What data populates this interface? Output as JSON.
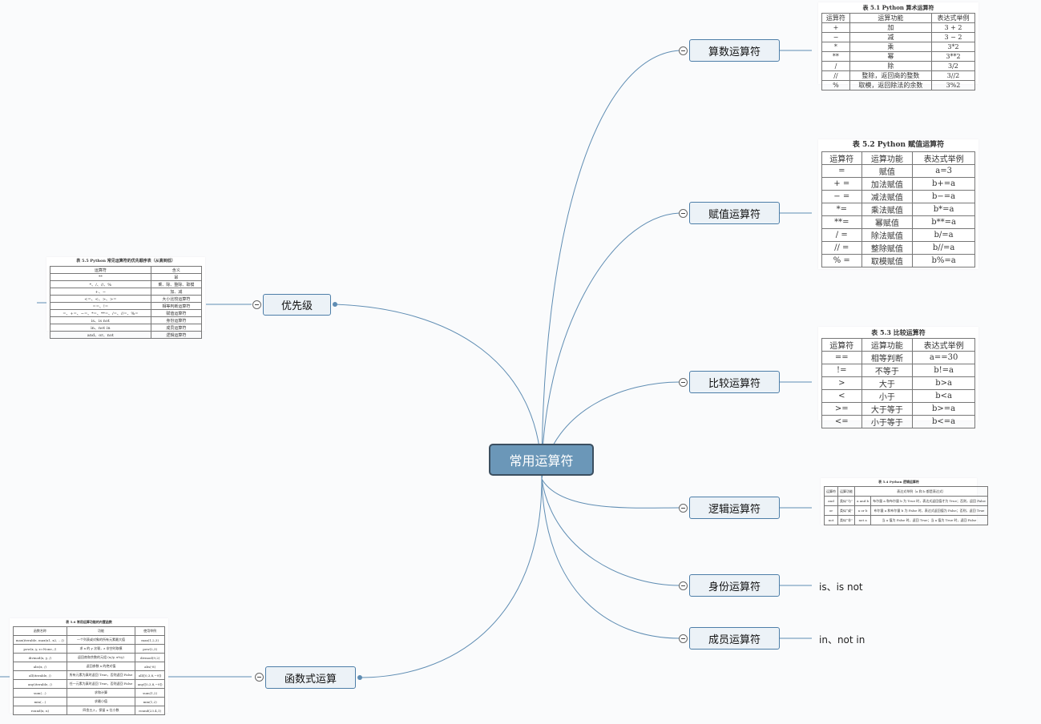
{
  "root": {
    "label": "常用运算符"
  },
  "branches": {
    "arith": {
      "label": "算数运算符"
    },
    "assign": {
      "label": "赋值运算符"
    },
    "compare": {
      "label": "比较运算符"
    },
    "logic": {
      "label": "逻辑运算符"
    },
    "identity": {
      "label": "身份运算符",
      "note": "is、is not"
    },
    "member": {
      "label": "成员运算符",
      "note": "in、not in"
    },
    "priority": {
      "label": "优先级"
    },
    "func": {
      "label": "函数式运算"
    }
  },
  "table_arith": {
    "caption": "表 5.1  Python 算术运算符",
    "headers": [
      "运算符",
      "运算功能",
      "表达式举例"
    ],
    "rows": [
      [
        "+",
        "加",
        "3 + 2"
      ],
      [
        "−",
        "减",
        "3 − 2"
      ],
      [
        "*",
        "乘",
        "3*2"
      ],
      [
        "**",
        "幂",
        "3**2"
      ],
      [
        "/",
        "除",
        "3/2"
      ],
      [
        "//",
        "整除，返回商的整数",
        "3//2"
      ],
      [
        "%",
        "取模，返回除法的余数",
        "3%2"
      ]
    ]
  },
  "table_assign": {
    "caption": "表 5.2  Python 赋值运算符",
    "headers": [
      "运算符",
      "运算功能",
      "表达式举例"
    ],
    "rows": [
      [
        "=",
        "赋值",
        "a=3"
      ],
      [
        "+ =",
        "加法赋值",
        "b+=a"
      ],
      [
        "− =",
        "减法赋值",
        "b−=a"
      ],
      [
        "*=",
        "乘法赋值",
        "b*=a"
      ],
      [
        "**=",
        "幂赋值",
        "b**=a"
      ],
      [
        "/ =",
        "除法赋值",
        "b/=a"
      ],
      [
        "// =",
        "整除赋值",
        "b//=a"
      ],
      [
        "% =",
        "取模赋值",
        "b%=a"
      ]
    ]
  },
  "table_compare": {
    "caption": "表 5.3   比较运算符",
    "headers": [
      "运算符",
      "运算功能",
      "表达式举例"
    ],
    "rows": [
      [
        "==",
        "相等判断",
        "a==30"
      ],
      [
        "!=",
        "不等于",
        "b!=a"
      ],
      [
        ">",
        "大于",
        "b>a"
      ],
      [
        "<",
        "小于",
        "b<a"
      ],
      [
        ">=",
        "大于等于",
        "b>=a"
      ],
      [
        "<=",
        "小于等于",
        "b<=a"
      ]
    ]
  },
  "table_logic": {
    "caption": "表 5.4   Python 逻辑运算符",
    "headers": [
      "运算符",
      "运算功能",
      "表达式举例（a 和 b 都是表达式）"
    ],
    "rows": [
      [
        "and",
        "类似“与”",
        "a and b",
        "布尔量 a 和布尔量 b 为 True 时，表达式返回值才为 True；否则，返回 False"
      ],
      [
        "or",
        "类似“或”",
        "a or b",
        "布尔量 a 和布尔量 b 为 False 时，表达式返回值为 False；否则，返回 True"
      ],
      [
        "not",
        "类似“非”",
        "not a",
        "当 a 值为 False 时，返回 True；当 a 值为 True 时，返回 False"
      ]
    ]
  },
  "table_priority": {
    "caption": "表 5.5   Python 常见运算符的优先顺序表（从高到低）",
    "headers": [
      "运算符",
      "含义"
    ],
    "rows": [
      [
        "**",
        "幂"
      ],
      [
        "*、/、//、%",
        "乘、除、整除、取模"
      ],
      [
        "+、−",
        "加、减"
      ],
      [
        "<=、<、>、>=",
        "大小比较运算符"
      ],
      [
        "==、!=",
        "相等判断运算符"
      ],
      [
        "=、+=、−=、*=、**=、/=、//=、%=",
        "赋值运算符"
      ],
      [
        "is、is not",
        "身份运算符"
      ],
      [
        "in、not in",
        "成员运算符"
      ],
      [
        "and、or、not",
        "逻辑运算符"
      ]
    ]
  },
  "table_func": {
    "caption": "表 5.6   常用运算功能的内置函数",
    "headers": [
      "函数名称",
      "功能",
      "使用举例"
    ],
    "rows": [
      [
        "max(iterable, max(x1, x2, …))",
        "一个列表或对象的所有元素最大值",
        "max(1,2,3)"
      ],
      [
        "pow(x, y, z=None, /)",
        "求 x 的 y 次幂，z 非空时取模",
        "pow(2,3)"
      ],
      [
        "divmod(x, y, /)",
        "返回商和余数的元组 (x//y, x%y)",
        "divmod(9,2)"
      ],
      [
        "abs(x, /)",
        "返回参数 x 的绝对值",
        "abs(-8)"
      ],
      [
        "all(iterable, /)",
        "所有元素为真时返回 True，否则返回 False",
        "all([0,3,8,−9])"
      ],
      [
        "any(iterable, /)",
        "任一元素为真时返回 True，否则返回 False",
        "any([0,3,8,−9])"
      ],
      [
        "sum(…)",
        "求和计算",
        "sum(1,2)"
      ],
      [
        "min(…)",
        "求最小值",
        "min(1,2)"
      ],
      [
        "round(x, n)",
        "四舍五入，保留 n 位小数",
        "round(23.4,1)"
      ]
    ]
  },
  "colors": {
    "line": "#5f8db3",
    "root_fill": "#6b97b8",
    "node_fill": "#ecf2f7",
    "node_border": "#4d7ea8"
  }
}
